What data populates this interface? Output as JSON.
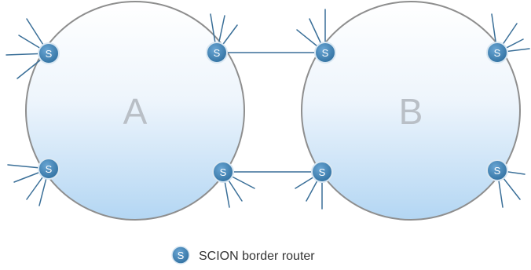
{
  "diagram": {
    "domains": [
      {
        "id": "A",
        "label": "A"
      },
      {
        "id": "B",
        "label": "B"
      }
    ],
    "router_symbol": "S",
    "legend": {
      "symbol": "S",
      "text": "SCION border router"
    },
    "colors": {
      "router_fill": "#3e7fb1",
      "router_stroke": "#d9e7f2",
      "domain_fill_top": "#ffffff",
      "domain_fill_bottom": "#b3d6f3",
      "domain_stroke": "#8e8e8e",
      "link": "#3a6f98",
      "domain_label": "#b9bfc6"
    }
  }
}
